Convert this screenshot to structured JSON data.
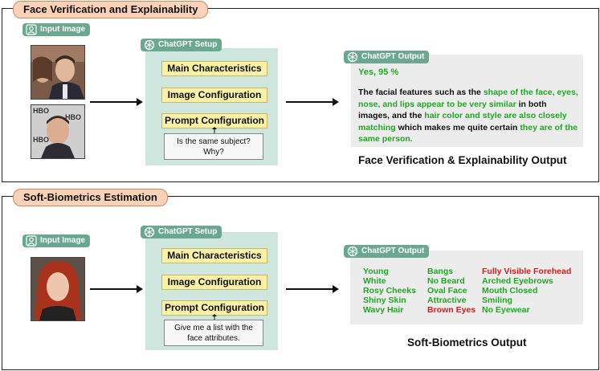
{
  "section1": {
    "title": "Face Verification and Explainability",
    "input_label": "Input Image",
    "setup_label": "ChatGPT Setup",
    "config_boxes": [
      "Main Characteristics",
      "Image Configuration",
      "Prompt Configuration"
    ],
    "prompt_lines": [
      "Is the same subject?",
      "Why?"
    ],
    "output_label": "ChatGPT Output",
    "answer": "Yes, 95 %",
    "explanation_parts": [
      {
        "text": "The facial features such as the ",
        "color": "black"
      },
      {
        "text": "shape of the face, eyes, nose, and lips appear to be very similar",
        "color": "green"
      },
      {
        "text": " in both images, and the ",
        "color": "black"
      },
      {
        "text": "hair color and style are also closely matching",
        "color": "green"
      },
      {
        "text": " which makes me quite certain ",
        "color": "black"
      },
      {
        "text": "they are of the same person.",
        "color": "green"
      }
    ],
    "result_title": "Face Verification & Explainability Output"
  },
  "section2": {
    "title": "Soft-Biometrics Estimation",
    "input_label": "Input Image",
    "setup_label": "ChatGPT Setup",
    "config_boxes": [
      "Main Characteristics",
      "Image Configuration",
      "Prompt Configuration"
    ],
    "prompt_lines": [
      "Give me a list with the",
      "face attributes."
    ],
    "output_label": "ChatGPT Output",
    "attribute_columns": [
      [
        {
          "text": "Young",
          "color": "green"
        },
        {
          "text": "White",
          "color": "green"
        },
        {
          "text": "Rosy Cheeks",
          "color": "green"
        },
        {
          "text": "Shiny Skin",
          "color": "green"
        },
        {
          "text": "Wavy Hair",
          "color": "green"
        }
      ],
      [
        {
          "text": "Bangs",
          "color": "green"
        },
        {
          "text": "No Beard",
          "color": "green"
        },
        {
          "text": "Oval Face",
          "color": "green"
        },
        {
          "text": "Attractive",
          "color": "green"
        },
        {
          "text": "Brown Eyes",
          "color": "red"
        }
      ],
      [
        {
          "text": "Fully Visible Forehead",
          "color": "red"
        },
        {
          "text": "Arched Eyebrows",
          "color": "green"
        },
        {
          "text": "Mouth Closed",
          "color": "green"
        },
        {
          "text": "Smiling",
          "color": "green"
        },
        {
          "text": "No Eyewear",
          "color": "green"
        }
      ]
    ],
    "result_title": "Soft-Biometrics Output"
  },
  "colors": {
    "green_text": "#1faa22",
    "red_text": "#e01818",
    "pill": "#6aa890",
    "setup_bg": "#cfe6de",
    "config_box": "#f8f1a6",
    "section_title_bg": "#f9d2b8",
    "output_bg": "#ececec"
  }
}
